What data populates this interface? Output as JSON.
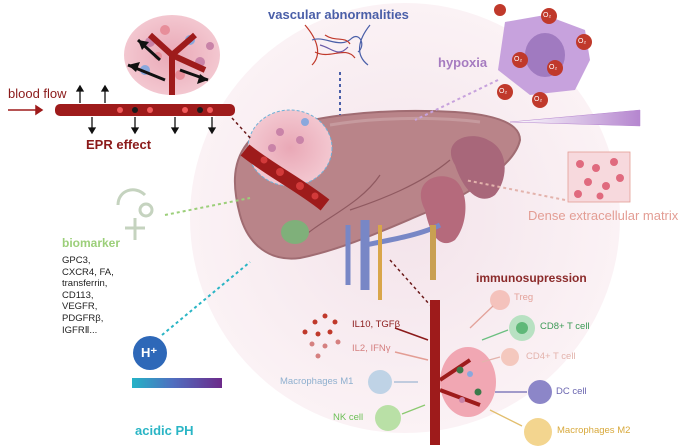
{
  "labels": {
    "vascular": "vascular abnormalities",
    "hypoxia": "hypoxia",
    "blood_flow": "blood flow",
    "epr": "EPR effect",
    "biomarker": "biomarker",
    "ecm": "Dense extracellular matrix",
    "immuno": "immunosupression",
    "acidic": "acidic PH",
    "h_plus": "H⁺",
    "o2": "O₂"
  },
  "biomarkers": [
    "GPC3,",
    "CXCR4, FA,",
    "transferrin,",
    "CD113,",
    "VEGFR,",
    "PDGFRβ,",
    "IGFRⅡ..."
  ],
  "cytokines": {
    "il10": "IL10, TGFβ",
    "il2": "IL2, IFNγ"
  },
  "cells": {
    "treg": "Treg",
    "cd8": "CD8+ T cell",
    "cd4": "CD4+ T cell",
    "dc": "DC cell",
    "m1": "Macrophages M1",
    "m2": "Macrophages M2",
    "nk": "NK cell"
  },
  "colors": {
    "vascular": "#4a5fa8",
    "hypoxia": "#a67bc0",
    "epr": "#8b1a1a",
    "biomarker": "#9ccf7a",
    "ecm": "#e39d94",
    "immuno": "#8b2a2a",
    "acidic": "#2ab5c5",
    "liver": "#b9888a",
    "vessel": "#9e1b1b"
  }
}
